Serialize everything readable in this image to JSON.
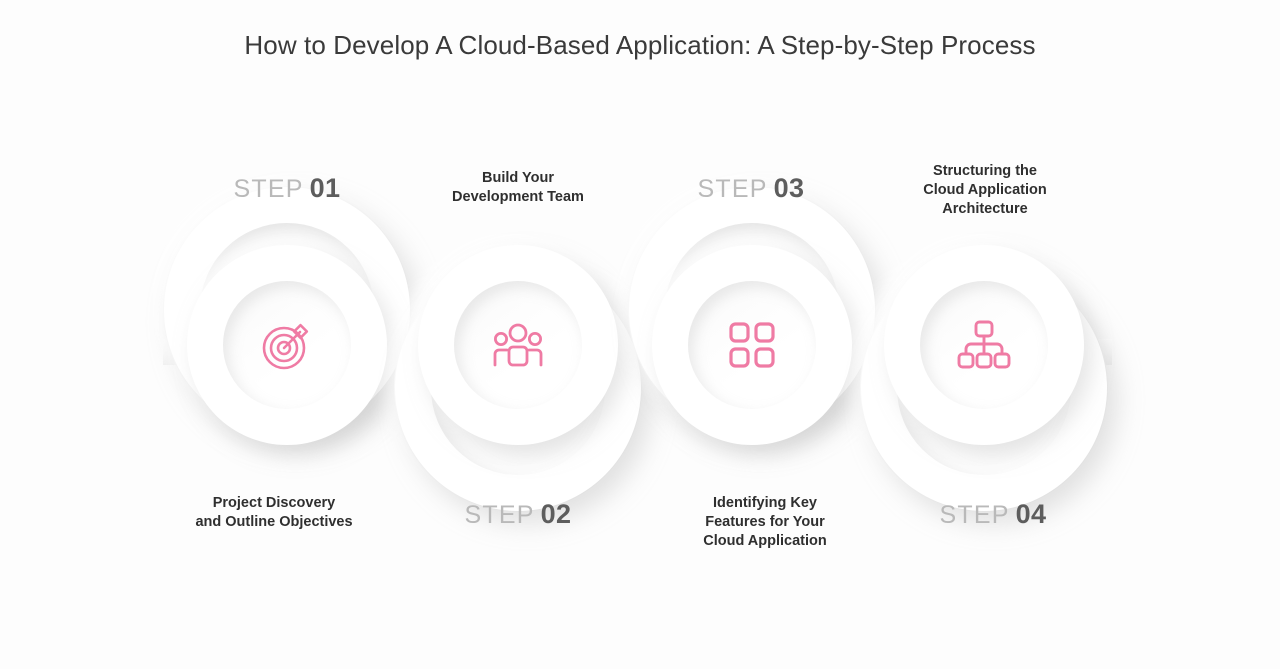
{
  "header": {
    "title": "How to Develop A Cloud-Based Application: A Step-by-Step Process"
  },
  "theme": {
    "accent": "#ef7ba4",
    "background": "#fdfdfd",
    "text_dark": "#2f2f2f",
    "step_word_color": "#b9b9b9",
    "step_number_color": "#5d5d5d"
  },
  "steps": [
    {
      "step_word": "STEP",
      "number": "01",
      "description": "Project Discovery\nand Outline Objectives",
      "description_lines": [
        "Project Discovery",
        "and Outline Objectives"
      ],
      "icon": "target-icon",
      "label_position": "above",
      "description_position": "below"
    },
    {
      "step_word": "STEP",
      "number": "02",
      "description": "Build Your\nDevelopment Team",
      "description_lines": [
        "Build Your",
        "Development Team"
      ],
      "icon": "people-group-icon",
      "label_position": "below",
      "description_position": "above"
    },
    {
      "step_word": "STEP",
      "number": "03",
      "description": "Identifying Key\nFeatures for Your\nCloud Application",
      "description_lines": [
        "Identifying Key",
        "Features for Your",
        "Cloud Application"
      ],
      "icon": "grid-squares-icon",
      "label_position": "above",
      "description_position": "below"
    },
    {
      "step_word": "STEP",
      "number": "04",
      "description": "Structuring the\nCloud Application\nArchitecture",
      "description_lines": [
        "Structuring the",
        "Cloud Application",
        "Architecture"
      ],
      "icon": "hierarchy-icon",
      "label_position": "below",
      "description_position": "above"
    }
  ]
}
